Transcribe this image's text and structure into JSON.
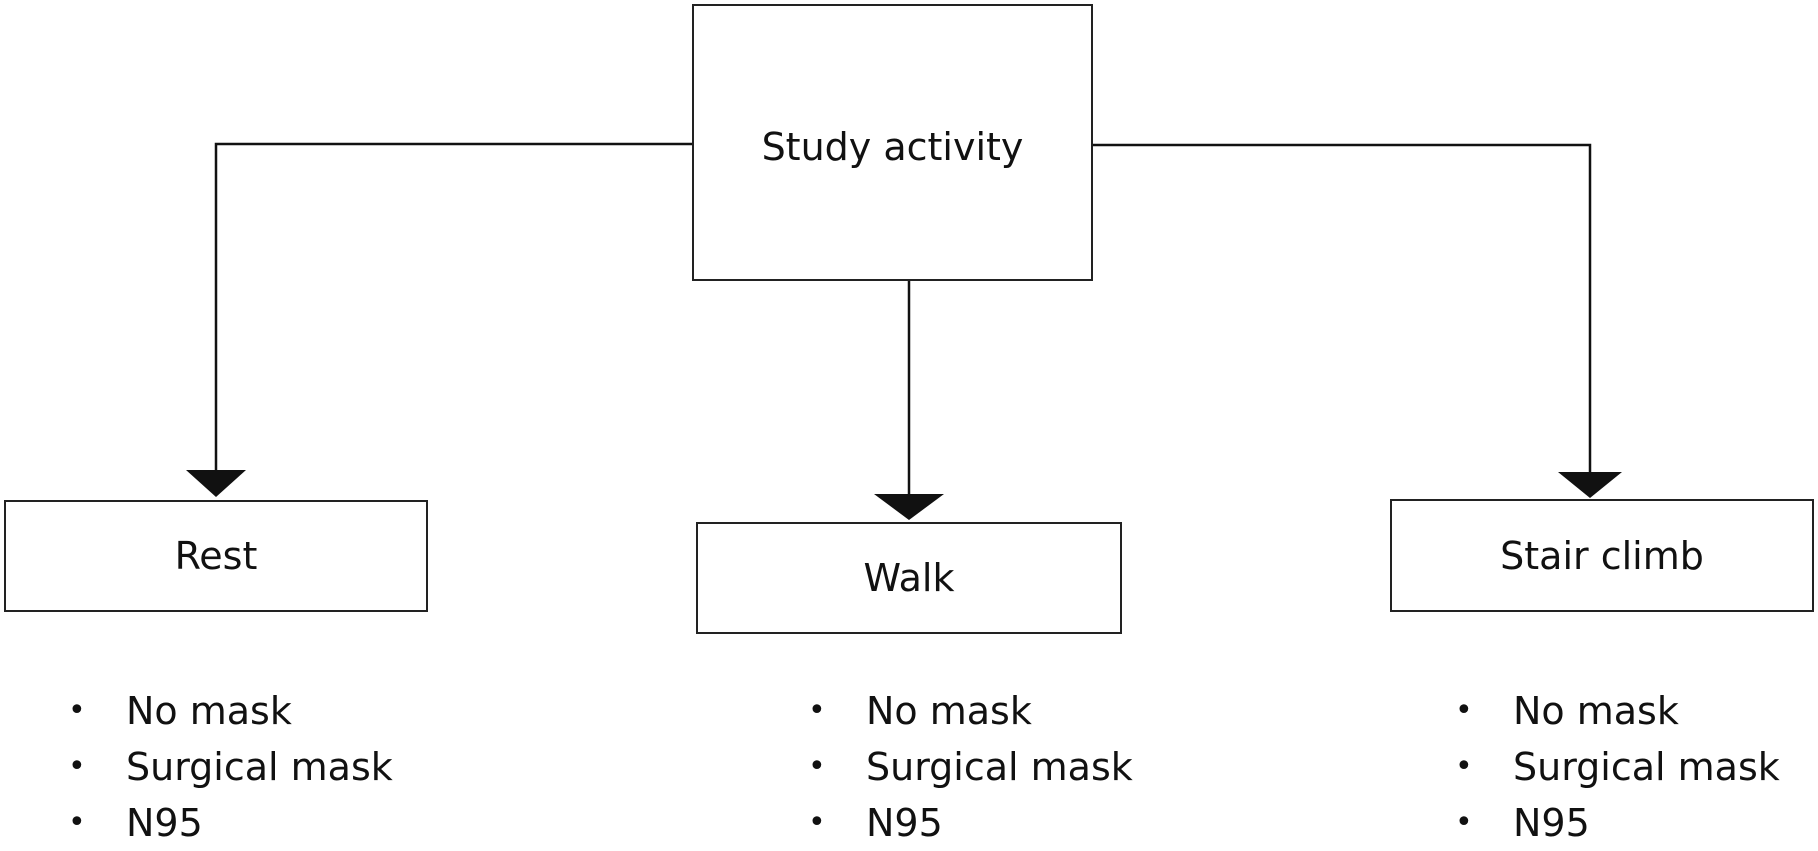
{
  "diagram": {
    "root": {
      "label": "Study activity"
    },
    "branches": [
      {
        "label": "Rest",
        "options": [
          "No mask",
          "Surgical mask",
          "N95"
        ]
      },
      {
        "label": "Walk",
        "options": [
          "No mask",
          "Surgical mask",
          "N95"
        ]
      },
      {
        "label": "Stair climb",
        "options": [
          "No mask",
          "Surgical mask",
          "N95"
        ]
      }
    ],
    "colors": {
      "line": "#111111",
      "box_border": "#222222",
      "background": "#ffffff"
    }
  }
}
